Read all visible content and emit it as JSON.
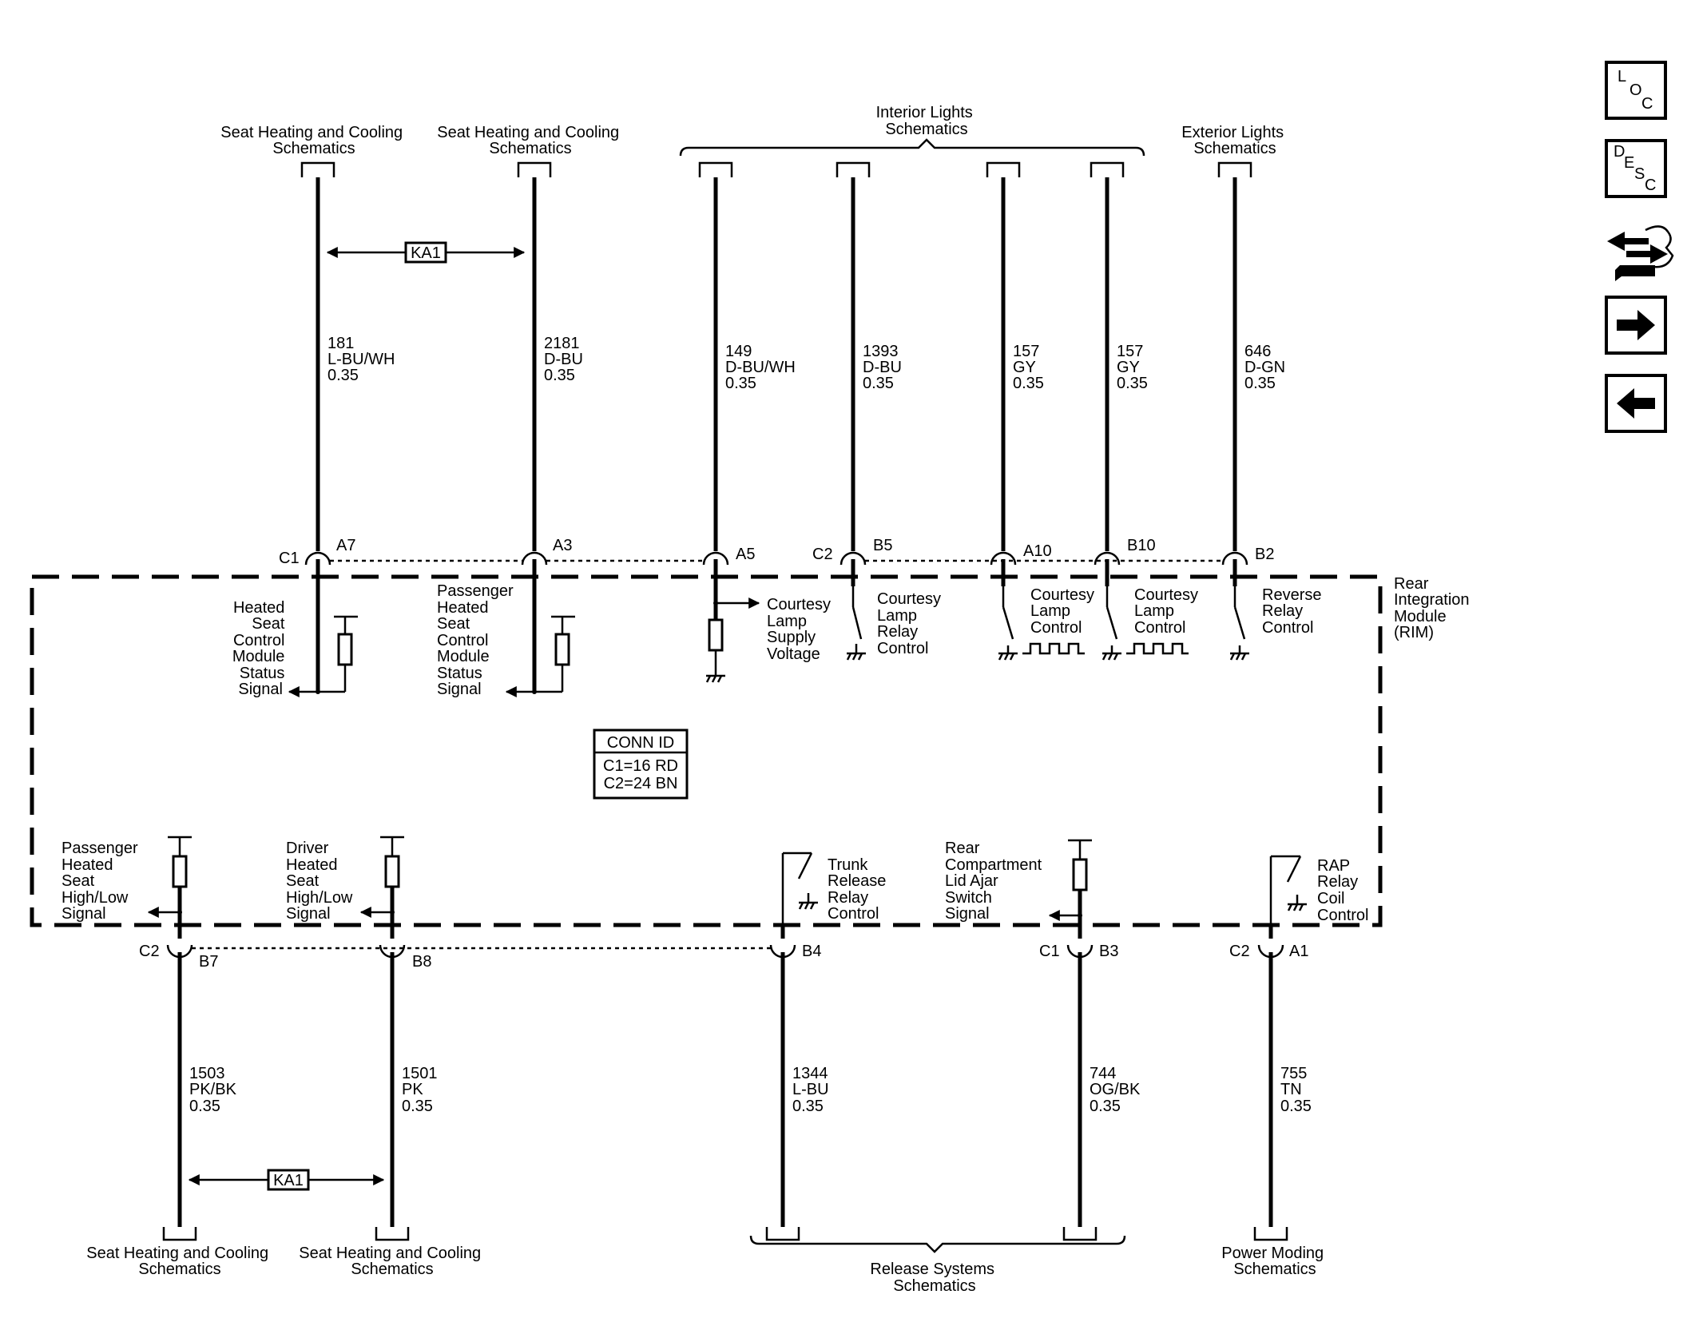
{
  "destinations": {
    "top_seat_1": [
      "Seat Heating and Cooling",
      "Schematics"
    ],
    "top_seat_2": [
      "Seat Heating and Cooling",
      "Schematics"
    ],
    "interior": [
      "Interior Lights",
      "Schematics"
    ],
    "exterior": [
      "Exterior Lights",
      "Schematics"
    ],
    "bot_seat_1": [
      "Seat Heating and Cooling",
      "Schematics"
    ],
    "bot_seat_2": [
      "Seat Heating and Cooling",
      "Schematics"
    ],
    "release": [
      "Release Systems",
      "Schematics"
    ],
    "power": [
      "Power Moding",
      "Schematics"
    ]
  },
  "ka1_label": "KA1",
  "wires": [
    {
      "circuit": "181",
      "color": "L-BU/WH",
      "gauge": "0.35"
    },
    {
      "circuit": "2181",
      "color": "D-BU",
      "gauge": "0.35"
    },
    {
      "circuit": "149",
      "color": "D-BU/WH",
      "gauge": "0.35"
    },
    {
      "circuit": "1393",
      "color": "D-BU",
      "gauge": "0.35"
    },
    {
      "circuit": "157",
      "color": "GY",
      "gauge": "0.35"
    },
    {
      "circuit": "157",
      "color": "GY",
      "gauge": "0.35"
    },
    {
      "circuit": "646",
      "color": "D-GN",
      "gauge": "0.35"
    },
    {
      "circuit": "1503",
      "color": "PK/BK",
      "gauge": "0.35"
    },
    {
      "circuit": "1501",
      "color": "PK",
      "gauge": "0.35"
    },
    {
      "circuit": "1344",
      "color": "L-BU",
      "gauge": "0.35"
    },
    {
      "circuit": "744",
      "color": "OG/BK",
      "gauge": "0.35"
    },
    {
      "circuit": "755",
      "color": "TN",
      "gauge": "0.35"
    }
  ],
  "connectors": {
    "c1": "C1",
    "c2": "C2",
    "pins": [
      "A7",
      "A3",
      "A5",
      "B5",
      "A10",
      "B10",
      "B2",
      "B7",
      "B8",
      "B4",
      "B3",
      "A1"
    ]
  },
  "module": {
    "name": [
      "Rear",
      "Integration",
      "Module",
      "(RIM)"
    ],
    "conn_id_title": "CONN ID",
    "conn_id_lines": [
      "C1=16 RD",
      "C2=24 BN"
    ]
  },
  "circuit_labels": {
    "heated_status": [
      "Heated",
      "Seat",
      "Control",
      "Module",
      "Status",
      "Signal"
    ],
    "pass_heated_status": [
      "Passenger",
      "Heated",
      "Seat",
      "Control",
      "Module",
      "Status",
      "Signal"
    ],
    "courtesy_supply": [
      "Courtesy",
      "Lamp",
      "Supply",
      "Voltage"
    ],
    "courtesy_relay": [
      "Courtesy",
      "Lamp",
      "Relay",
      "Control"
    ],
    "courtesy_ctrl_1": [
      "Courtesy",
      "Lamp",
      "Control"
    ],
    "courtesy_ctrl_2": [
      "Courtesy",
      "Lamp",
      "Control"
    ],
    "reverse_relay": [
      "Reverse",
      "Relay",
      "Control"
    ],
    "pass_high_low": [
      "Passenger",
      "Heated",
      "Seat",
      "High/Low",
      "Signal"
    ],
    "driver_high_low": [
      "Driver",
      "Heated",
      "Seat",
      "High/Low",
      "Signal"
    ],
    "trunk_release": [
      "Trunk",
      "Release",
      "Relay",
      "Control"
    ],
    "rear_ajar": [
      "Rear",
      "Compartment",
      "Lid Ajar",
      "Switch",
      "Signal"
    ],
    "rap_relay": [
      "RAP",
      "Relay",
      "Coil",
      "Control"
    ]
  },
  "nav": [
    {
      "icon": "loc-icon",
      "letters": [
        "L",
        "O",
        "C"
      ]
    },
    {
      "icon": "desc-icon",
      "letters": [
        "D",
        "E",
        "S",
        "C"
      ]
    },
    {
      "icon": "connector-end-view-icon"
    },
    {
      "icon": "next-arrow-icon"
    },
    {
      "icon": "previous-arrow-icon"
    }
  ]
}
